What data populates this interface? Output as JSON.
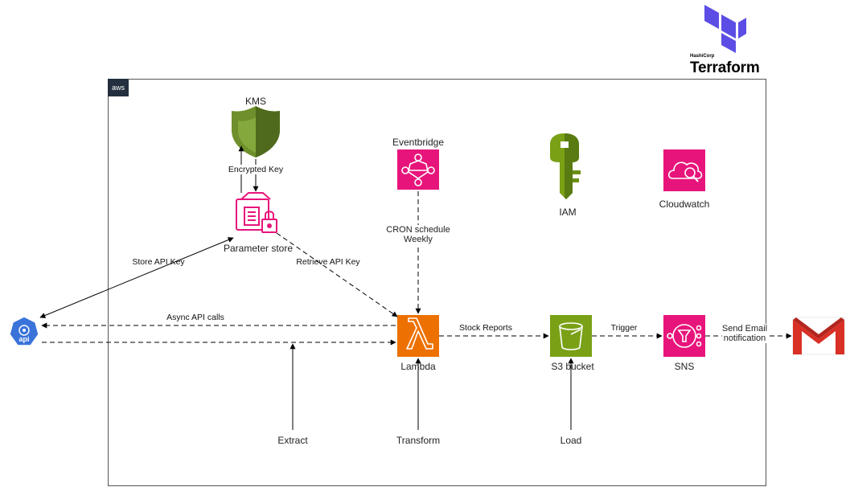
{
  "brand": {
    "aws_badge": "aws",
    "terraform_vendor": "HashiCorp",
    "terraform_name": "Terraform",
    "colors": {
      "terraform_purple": "#5c4ee5",
      "kms_green": "#6e8f2c",
      "parameter_pink": "#e7157b",
      "lambda_orange": "#ed7100",
      "s3_green": "#7aa116",
      "gmail_red": "#d93025"
    }
  },
  "nodes": {
    "kms": {
      "label": "KMS",
      "icon": "kms-shield-icon"
    },
    "parameter_store": {
      "label": "Parameter store",
      "icon": "parameter-store-icon"
    },
    "eventbridge": {
      "label": "Eventbridge",
      "icon": "eventbridge-icon"
    },
    "iam": {
      "label": "IAM",
      "icon": "iam-key-icon"
    },
    "cloudwatch": {
      "label": "Cloudwatch",
      "icon": "cloudwatch-icon"
    },
    "lambda": {
      "label": "Lambda",
      "icon": "lambda-icon"
    },
    "s3": {
      "label": "S3 bucket",
      "icon": "s3-bucket-icon"
    },
    "sns": {
      "label": "SNS",
      "icon": "sns-icon"
    },
    "api": {
      "label": "api",
      "icon": "api-icon"
    },
    "gmail": {
      "icon": "gmail-icon"
    },
    "extract": {
      "label": "Extract"
    },
    "transform": {
      "label": "Transform"
    },
    "load": {
      "label": "Load"
    }
  },
  "edges": {
    "encrypted_key": "Encrypted Key",
    "store_api_key": "Store API Key",
    "retrieve_api_key": "Retrieve API Key",
    "cron_line1": "CRON schedule",
    "cron_line2": "Weekly",
    "async_api_calls": "Async API calls",
    "stock_reports": "Stock Reports",
    "trigger": "Trigger",
    "send_email_line1": "Send Email",
    "send_email_line2": "notification"
  }
}
